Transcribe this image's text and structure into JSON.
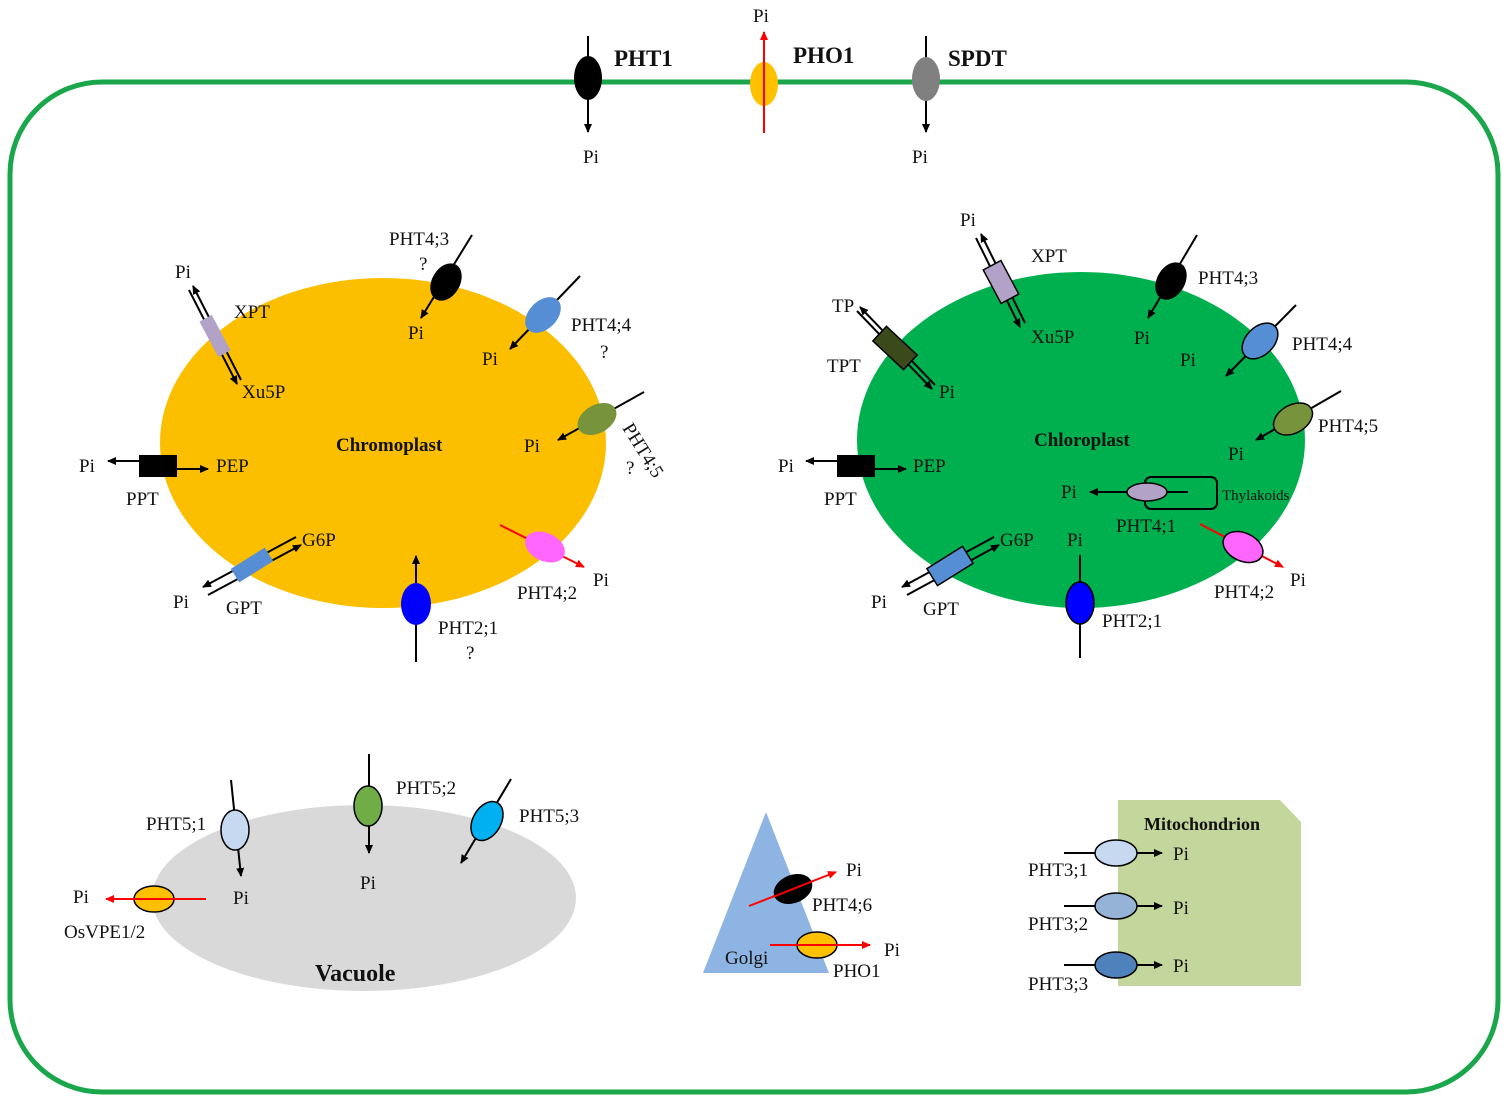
{
  "colors": {
    "cell_membrane": "#1aa64a",
    "chromoplast": "#fbbf00",
    "chloroplast": "#00b04f",
    "vacuole": "#d9d9d9",
    "golgi": "#8eb4e3",
    "mitochondrion": "#c3d69b",
    "red_arrow": "#ff0000",
    "pht1": "#000000",
    "pho1": "#ffc000",
    "spdt": "#808080",
    "pht4_3": "#000000",
    "pht4_4": "#558ed5",
    "pht4_5": "#77933c",
    "pht4_2": "#ff66ff",
    "pht2_1": "#0000ff",
    "xpt": "#b3a2c7",
    "gpt": "#558ed5",
    "tpt": "#3b4a1a",
    "pht4_1": "#b3a2c7",
    "pht5_1": "#c6d9f1",
    "pht5_2": "#70ad47",
    "pht5_3": "#00b0f0",
    "osvpe": "#ffc000",
    "pht3_1": "#c6d9f1",
    "pht3_2": "#95b3d7",
    "pht3_3": "#4f81bd"
  },
  "labels": {
    "pi": "Pi",
    "question": "?",
    "pht1": "PHT1",
    "pho1": "PHO1",
    "spdt": "SPDT",
    "chromoplast": "Chromoplast",
    "chloroplast": "Chloroplast",
    "vacuole": "Vacuole",
    "golgi": "Golgi",
    "mitochondrion": "Mitochondrion",
    "thylakoids": "Thylakoids",
    "pht4_3": "PHT4;3",
    "pht4_4": "PHT4;4",
    "pht4_5": "PHT4;5",
    "pht4_2": "PHT4;2",
    "pht4_1": "PHT4;1",
    "pht4_6": "PHT4;6",
    "pht2_1": "PHT2;1",
    "xpt": "XPT",
    "xu5p": "Xu5P",
    "ppt": "PPT",
    "pep": "PEP",
    "gpt": "GPT",
    "g6p": "G6P",
    "tp": "TP",
    "tpt": "TPT",
    "pht5_1": "PHT5;1",
    "pht5_2": "PHT5;2",
    "pht5_3": "PHT5;3",
    "osvpe": "OsVPE1/2",
    "pho1_golgi": "PHO1",
    "pht3_1": "PHT3;1",
    "pht3_2": "PHT3;2",
    "pht3_3": "PHT3;3"
  }
}
